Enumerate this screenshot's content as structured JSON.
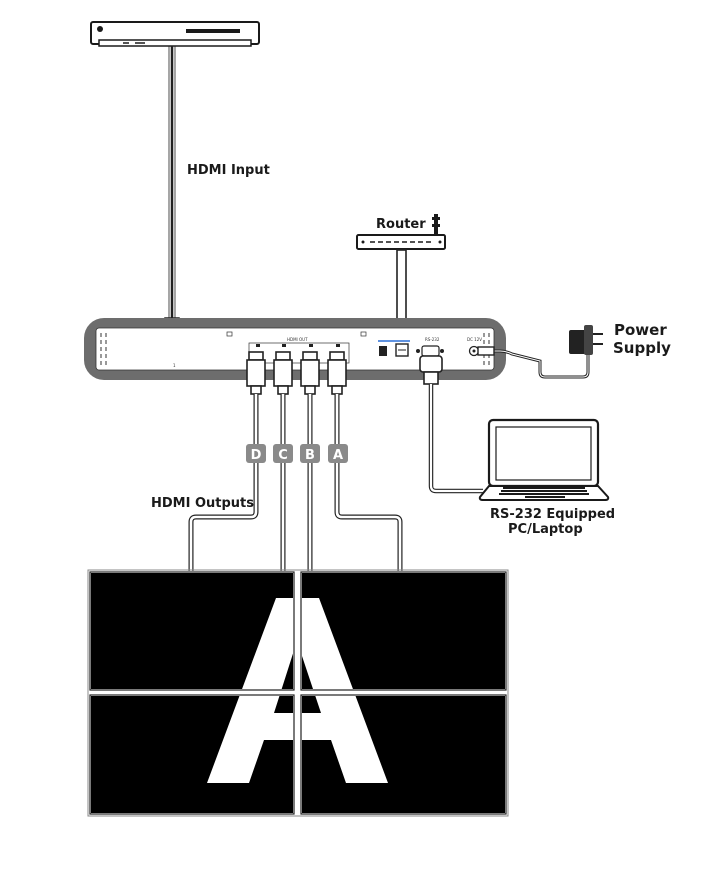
{
  "labels": {
    "hdmi_input": "HDMI Input",
    "router": "Router",
    "power_line1": "Power",
    "power_line2": "Supply",
    "hdmi_outputs": "HDMI Outputs",
    "rs232_line1": "RS-232 Equipped",
    "rs232_line2": "PC/Laptop"
  },
  "output_badges": [
    "D",
    "C",
    "B",
    "A"
  ],
  "video_wall": {
    "letter": "A",
    "panel_rows": 2,
    "panel_cols": 2
  },
  "device_panel": {
    "hdmi_out_label": "HDMI OUT",
    "rs232_label": "RS-232",
    "dc_label": "DC 12V",
    "input_number": "1"
  },
  "colors": {
    "device_body": "#6d6d6d",
    "badge_fill": "#8a8a8a",
    "cable": "#222222",
    "lan_accent": "#2a6fd6"
  }
}
